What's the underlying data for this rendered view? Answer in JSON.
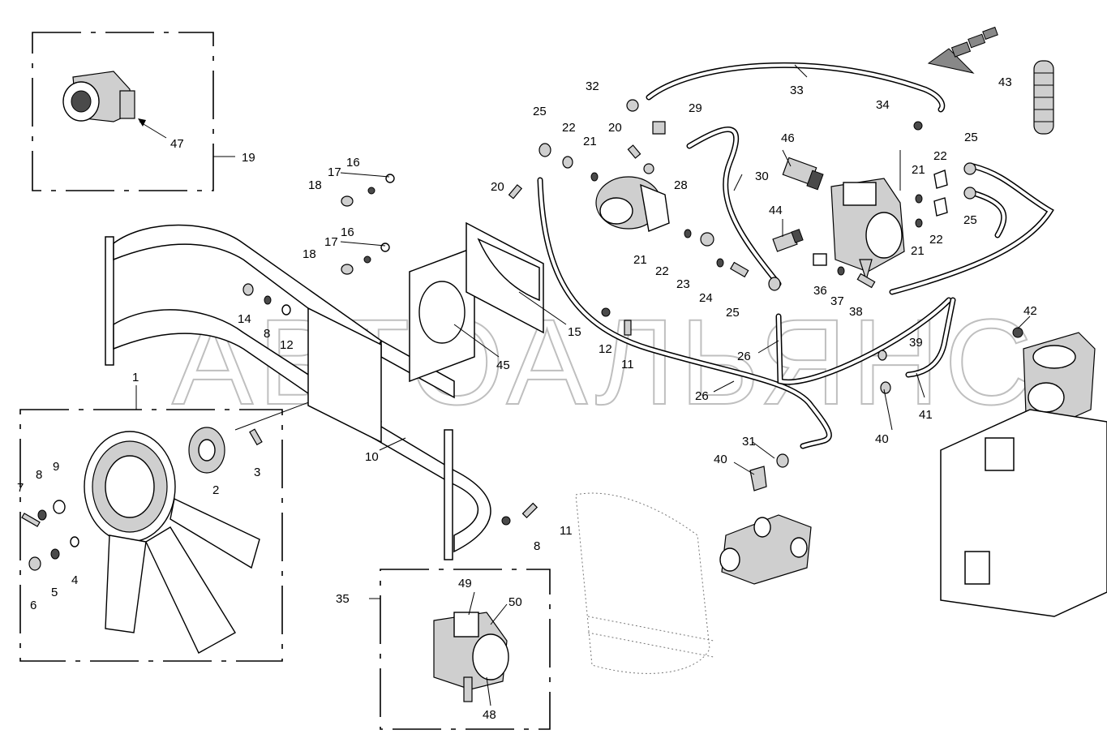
{
  "watermark": "АВТОАЛЬЯНС",
  "callouts": [
    "47",
    "19",
    "16",
    "17",
    "18",
    "16",
    "17",
    "18",
    "14",
    "8",
    "12",
    "45",
    "15",
    "12",
    "11",
    "10",
    "1",
    "2",
    "3",
    "7",
    "8",
    "9",
    "6",
    "5",
    "4",
    "11",
    "8",
    "35",
    "49",
    "50",
    "48",
    "25",
    "22",
    "21",
    "20",
    "32",
    "29",
    "33",
    "34",
    "43",
    "46",
    "28",
    "30",
    "20",
    "21",
    "22",
    "23",
    "24",
    "25",
    "26",
    "26",
    "44",
    "36",
    "37",
    "38",
    "21",
    "22",
    "25",
    "25",
    "22",
    "21",
    "42",
    "39",
    "40",
    "41",
    "31",
    "40"
  ]
}
